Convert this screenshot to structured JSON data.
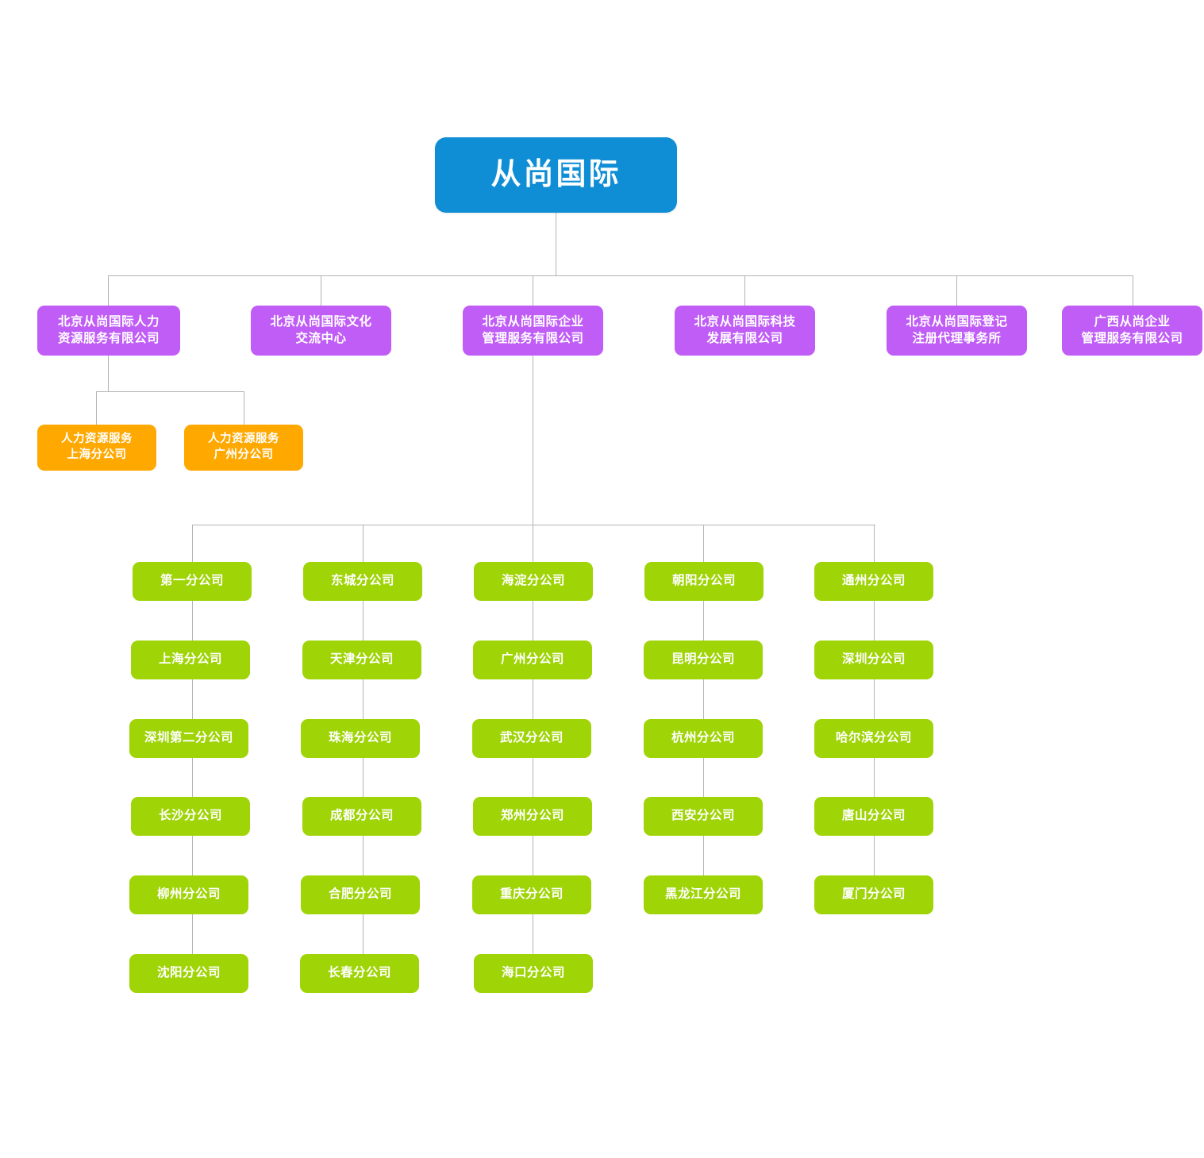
{
  "chart_type": "organization-chart",
  "colors": {
    "root": "#0f8ed6",
    "division": "#c05df6",
    "hr_branch": "#ffa800",
    "branch": "#9fd406",
    "connector": "#b4b4b4",
    "background": "#ffffff",
    "node_text": "#ffffff"
  },
  "root": {
    "label": "从尚国际"
  },
  "divisions": [
    {
      "id": "hr",
      "label": "北京从尚国际人力\n资源服务有限公司"
    },
    {
      "id": "culture",
      "label": "北京从尚国际文化\n交流中心"
    },
    {
      "id": "enterprise",
      "label": "北京从尚国际企业\n管理服务有限公司"
    },
    {
      "id": "technology",
      "label": "北京从尚国际科技\n发展有限公司"
    },
    {
      "id": "registry",
      "label": "北京从尚国际登记\n注册代理事务所"
    },
    {
      "id": "guangxi",
      "label": "广西从尚企业\n管理服务有限公司"
    }
  ],
  "hr_branches": [
    {
      "label": "人力资源服务\n上海分公司"
    },
    {
      "label": "人力资源服务\n广州分公司"
    }
  ],
  "branch_columns": [
    {
      "column": 1,
      "items": [
        "第一分公司",
        "上海分公司",
        "深圳第二分公司",
        "长沙分公司",
        "柳州分公司",
        "沈阳分公司"
      ]
    },
    {
      "column": 2,
      "items": [
        "东城分公司",
        "天津分公司",
        "珠海分公司",
        "成都分公司",
        "合肥分公司",
        "长春分公司"
      ]
    },
    {
      "column": 3,
      "items": [
        "海淀分公司",
        "广州分公司",
        "武汉分公司",
        "郑州分公司",
        "重庆分公司",
        "海口分公司"
      ]
    },
    {
      "column": 4,
      "items": [
        "朝阳分公司",
        "昆明分公司",
        "杭州分公司",
        "西安分公司",
        "黑龙江分公司"
      ]
    },
    {
      "column": 5,
      "items": [
        "通州分公司",
        "深圳分公司",
        "哈尔滨分公司",
        "唐山分公司",
        "厦门分公司"
      ]
    }
  ]
}
